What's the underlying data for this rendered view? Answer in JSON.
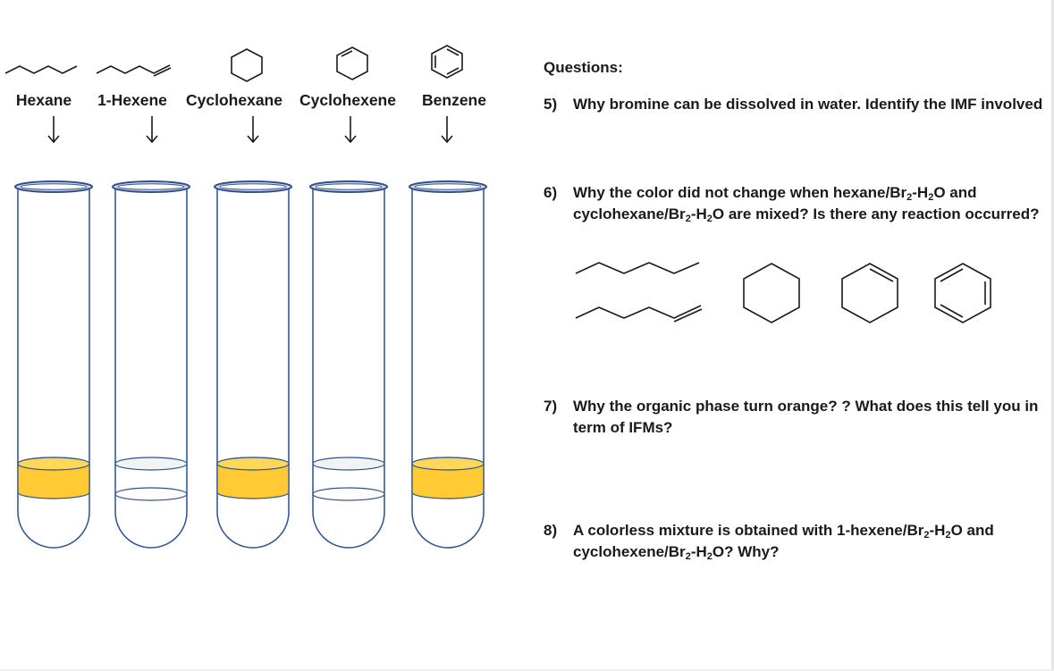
{
  "compounds": [
    {
      "name": "Hexane",
      "structure": "hexane-zigzag",
      "tube_color": "#ffca33",
      "tube_layers": 1
    },
    {
      "name": "1-Hexene",
      "structure": "1-hexene-zigzag",
      "tube_color": "#ffffff",
      "tube_layers": 2
    },
    {
      "name": "Cyclohexane",
      "structure": "cyclohexane-ring",
      "tube_color": "#ffca33",
      "tube_layers": 1
    },
    {
      "name": "Cyclohexene",
      "structure": "cyclohexene-ring",
      "tube_color": "#ffffff",
      "tube_layers": 2
    },
    {
      "name": "Benzene",
      "structure": "benzene-ring",
      "tube_color": "#ffca33",
      "tube_layers": 1
    }
  ],
  "questions": {
    "heading": "Questions:",
    "q5": {
      "num": "5)",
      "text": "Why bromine can be dissolved in water. Identify the IMF involved"
    },
    "q6": {
      "num": "6)",
      "parts": [
        "Why the color did not change when hexane/Br",
        "2",
        "-H",
        "2",
        "O and cyclohexane/Br",
        "2",
        "-H",
        "2",
        "O are mixed? Is there any reaction occurred?"
      ]
    },
    "q7": {
      "num": "7)",
      "text": "Why the organic phase turn orange? ? What does this tell you in term of IFMs?"
    },
    "q8": {
      "num": "8)",
      "parts": [
        "A colorless mixture is obtained with 1-hexene/Br",
        "2",
        "-H",
        "2",
        "O and cyclohexene/Br",
        "2",
        "-H",
        "2",
        "O? Why?"
      ]
    }
  },
  "colors": {
    "organic_phase": "#ffca33",
    "tube_outline": "#2f4f8f",
    "rim_fill": "#d9dee8"
  }
}
